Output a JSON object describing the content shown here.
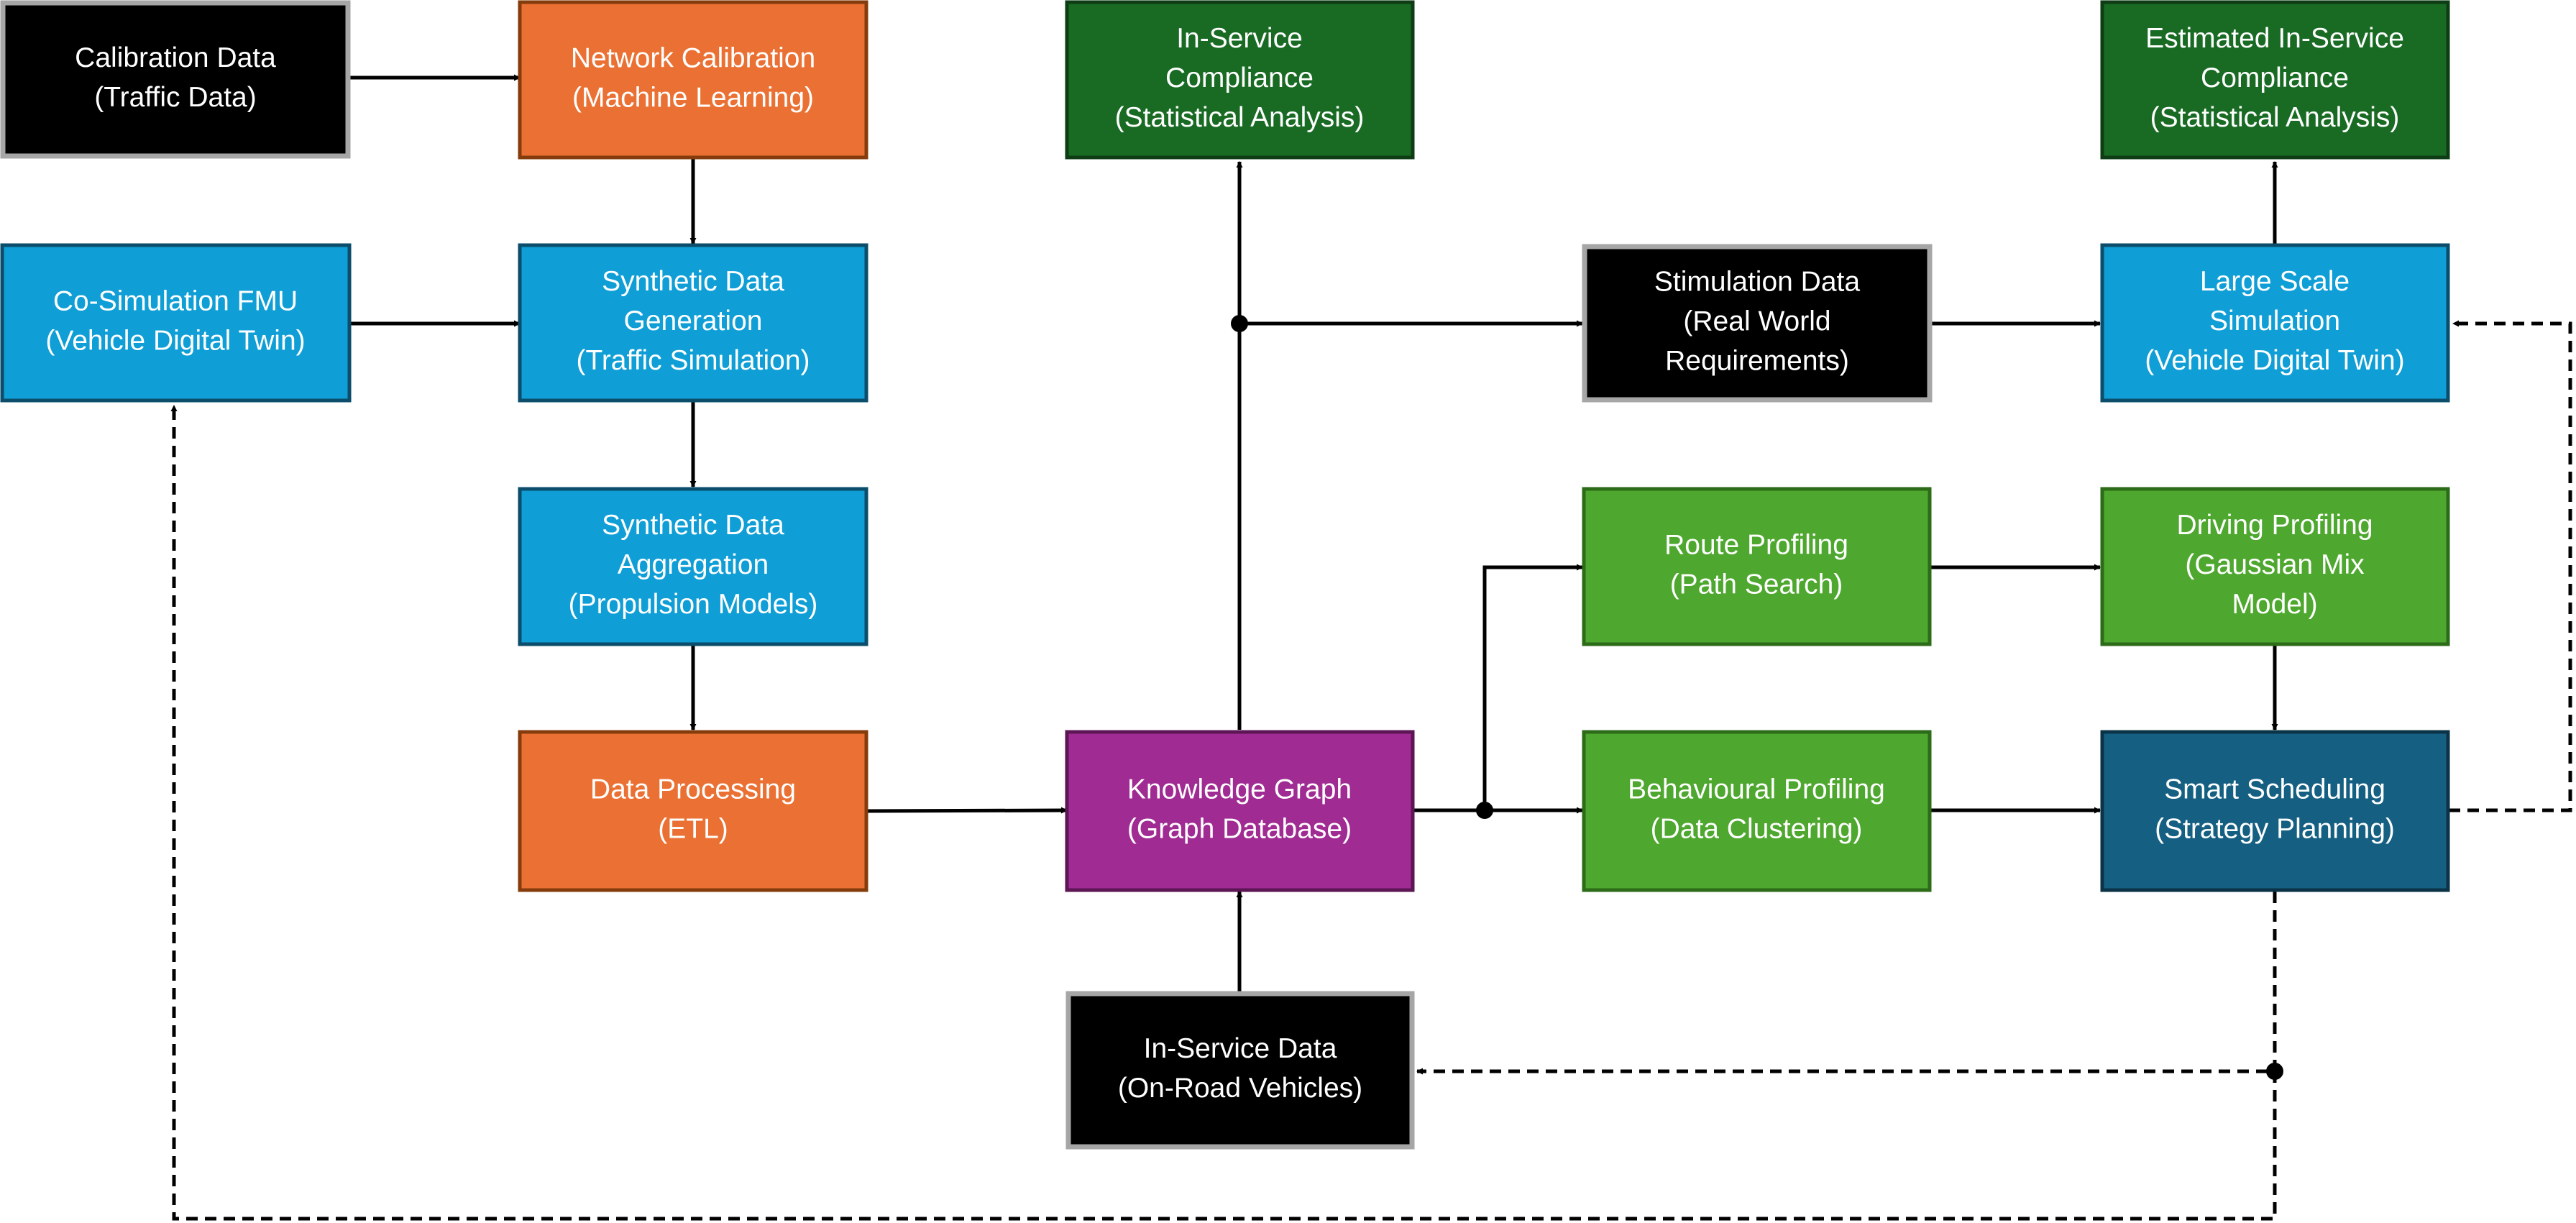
{
  "nodes": {
    "calibration_data": {
      "lines": [
        "Calibration Data",
        "(Traffic Data)"
      ],
      "fill": "#000000",
      "stroke": "#a6a6a6"
    },
    "network_calibration": {
      "lines": [
        "Network Calibration",
        "(Machine Learning)"
      ],
      "fill": "#ea7133",
      "stroke": "#843c0c"
    },
    "co_simulation_fmu": {
      "lines": [
        "Co-Simulation FMU",
        "(Vehicle Digital Twin)"
      ],
      "fill": "#0f9ed5",
      "stroke": "#0b4d6b"
    },
    "synthetic_data_generation": {
      "lines": [
        "Synthetic Data",
        "Generation",
        "(Traffic Simulation)"
      ],
      "fill": "#0f9ed5",
      "stroke": "#0b4d6b"
    },
    "synthetic_data_aggregation": {
      "lines": [
        "Synthetic Data",
        "Aggregation",
        "(Propulsion Models)"
      ],
      "fill": "#0f9ed5",
      "stroke": "#0b4d6b"
    },
    "data_processing": {
      "lines": [
        "Data Processing",
        "(ETL)"
      ],
      "fill": "#ea7133",
      "stroke": "#843c0c"
    },
    "in_service_compliance": {
      "lines": [
        "In-Service",
        "Compliance",
        "(Statistical Analysis)"
      ],
      "fill": "#196b24",
      "stroke": "#0e3d15"
    },
    "knowledge_graph": {
      "lines": [
        "Knowledge Graph",
        "(Graph Database)"
      ],
      "fill": "#a02b93",
      "stroke": "#5c1654"
    },
    "in_service_data": {
      "lines": [
        "In-Service Data",
        "(On-Road Vehicles)"
      ],
      "fill": "#000000",
      "stroke": "#a6a6a6"
    },
    "stimulation_data": {
      "lines": [
        "Stimulation Data",
        "(Real World",
        "Requirements)"
      ],
      "fill": "#000000",
      "stroke": "#a6a6a6"
    },
    "route_profiling": {
      "lines": [
        "Route Profiling",
        "(Path Search)"
      ],
      "fill": "#4ea72e",
      "stroke": "#2c6b18"
    },
    "behavioural_profiling": {
      "lines": [
        "Behavioural Profiling",
        "(Data Clustering)"
      ],
      "fill": "#4ea72e",
      "stroke": "#2c6b18"
    },
    "estimated_in_service_compliance": {
      "lines": [
        "Estimated In-Service",
        "Compliance",
        "(Statistical Analysis)"
      ],
      "fill": "#196b24",
      "stroke": "#0e3d15"
    },
    "large_scale_simulation": {
      "lines": [
        "Large Scale",
        "Simulation",
        "(Vehicle Digital Twin)"
      ],
      "fill": "#0f9ed5",
      "stroke": "#0b4d6b"
    },
    "driving_profiling": {
      "lines": [
        "Driving Profiling",
        "(Gaussian Mix",
        "Model)"
      ],
      "fill": "#4ea72e",
      "stroke": "#2c6b18"
    },
    "smart_scheduling": {
      "lines": [
        "Smart Scheduling",
        "(Strategy Planning)"
      ],
      "fill": "#156082",
      "stroke": "#0b3347"
    }
  },
  "connector_color": "#000000",
  "edges": [
    {
      "from": "calibration_data",
      "to": "network_calibration",
      "style": "solid"
    },
    {
      "from": "network_calibration",
      "to": "synthetic_data_generation",
      "style": "solid"
    },
    {
      "from": "co_simulation_fmu",
      "to": "synthetic_data_generation",
      "style": "solid"
    },
    {
      "from": "synthetic_data_generation",
      "to": "synthetic_data_aggregation",
      "style": "solid"
    },
    {
      "from": "synthetic_data_aggregation",
      "to": "data_processing",
      "style": "solid"
    },
    {
      "from": "data_processing",
      "to": "knowledge_graph",
      "style": "solid"
    },
    {
      "from": "knowledge_graph",
      "to": "in_service_compliance",
      "style": "solid"
    },
    {
      "from": "knowledge_graph",
      "to": "stimulation_data",
      "style": "solid"
    },
    {
      "from": "in_service_data",
      "to": "knowledge_graph",
      "style": "solid"
    },
    {
      "from": "stimulation_data",
      "to": "large_scale_simulation",
      "style": "solid"
    },
    {
      "from": "knowledge_graph",
      "to": "route_profiling",
      "style": "solid"
    },
    {
      "from": "knowledge_graph",
      "to": "behavioural_profiling",
      "style": "solid"
    },
    {
      "from": "route_profiling",
      "to": "driving_profiling",
      "style": "solid"
    },
    {
      "from": "behavioural_profiling",
      "to": "smart_scheduling",
      "style": "solid"
    },
    {
      "from": "driving_profiling",
      "to": "smart_scheduling",
      "style": "solid"
    },
    {
      "from": "large_scale_simulation",
      "to": "estimated_in_service_compliance",
      "style": "solid"
    },
    {
      "from": "smart_scheduling",
      "to": "large_scale_simulation",
      "style": "dashed"
    },
    {
      "from": "smart_scheduling",
      "to": "in_service_data",
      "style": "dashed"
    },
    {
      "from": "smart_scheduling",
      "to": "co_simulation_fmu",
      "style": "dashed"
    }
  ]
}
